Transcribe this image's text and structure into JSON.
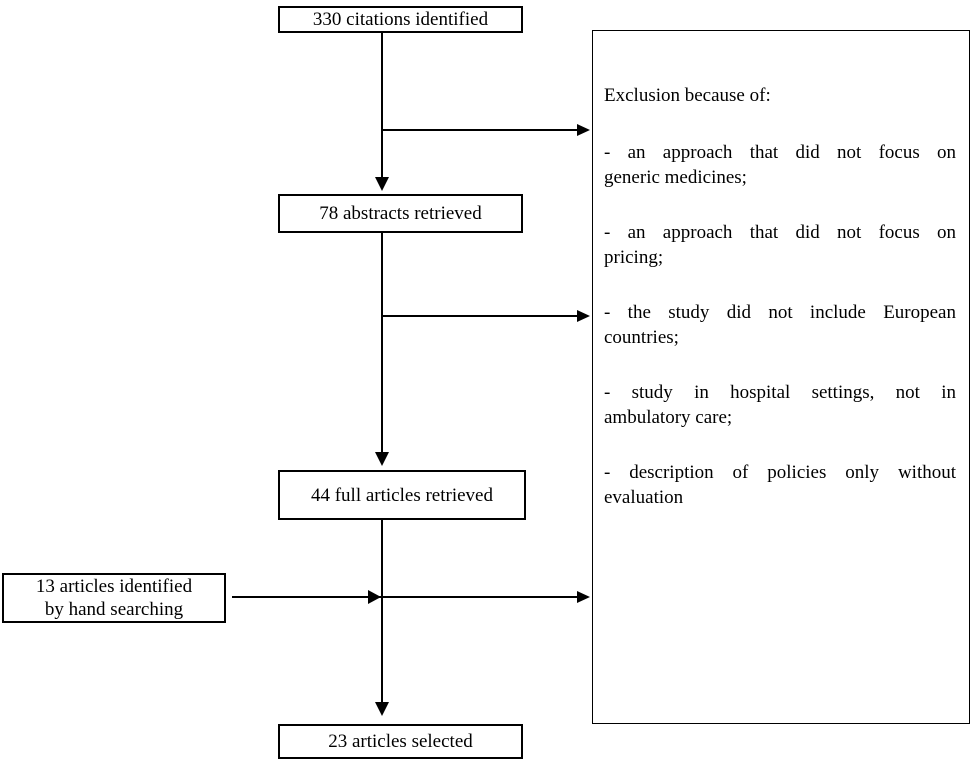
{
  "diagram": {
    "colors": {
      "background": "#ffffff",
      "line": "#000000",
      "text": "#000000"
    },
    "boxes": {
      "citations": "330 citations identified",
      "abstracts": "78 abstracts retrieved",
      "full_articles": "44 full articles retrieved",
      "hand_search": {
        "lines": [
          "13 articles identified",
          "by hand searching"
        ]
      },
      "selected": "23 articles selected"
    },
    "exclusion": {
      "title": "Exclusion because of:",
      "reasons": [
        {
          "lines": [
            "- an approach that did not focus on",
            "generic medicines;"
          ]
        },
        {
          "lines": [
            "- an approach that did not focus on",
            "pricing;"
          ]
        },
        {
          "lines": [
            "- the study did not include European",
            "countries;"
          ]
        },
        {
          "lines": [
            "- study in hospital settings, not in",
            "ambulatory care;"
          ]
        },
        {
          "lines": [
            "- description of policies only without",
            "evaluation"
          ]
        }
      ]
    }
  }
}
